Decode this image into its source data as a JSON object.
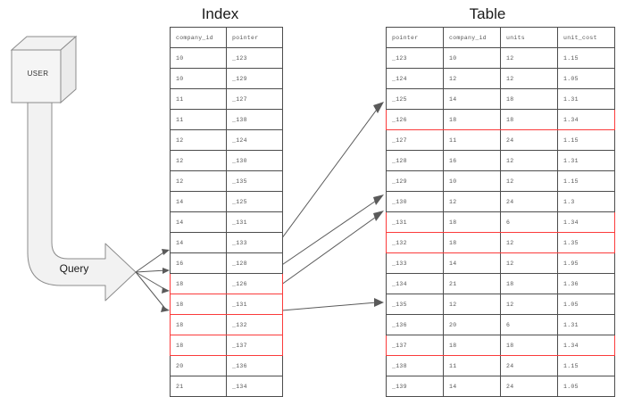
{
  "diagram": {
    "title_index": "Index",
    "title_table": "Table",
    "actor": {
      "label": "USER",
      "shape": "cube-3d"
    },
    "flow": {
      "label": "Query",
      "shape": "block-arrow-curved"
    },
    "colors": {
      "highlight": "#fb3b3b",
      "grid_line": "#4d4d4d",
      "text": "#555555",
      "shape_fill": "#f2f2f2",
      "shape_stroke": "#8c8c8c",
      "arrow": "#5a5a5a",
      "background": "#ffffff"
    }
  },
  "index_table": {
    "name": "Index",
    "columns": [
      "company_id",
      "pointer"
    ],
    "rows": [
      {
        "company_id": "10",
        "pointer": "_123",
        "highlighted": false
      },
      {
        "company_id": "10",
        "pointer": "_129",
        "highlighted": false
      },
      {
        "company_id": "11",
        "pointer": "_127",
        "highlighted": false
      },
      {
        "company_id": "11",
        "pointer": "_138",
        "highlighted": false
      },
      {
        "company_id": "12",
        "pointer": "_124",
        "highlighted": false
      },
      {
        "company_id": "12",
        "pointer": "_130",
        "highlighted": false
      },
      {
        "company_id": "12",
        "pointer": "_135",
        "highlighted": false
      },
      {
        "company_id": "14",
        "pointer": "_125",
        "highlighted": false
      },
      {
        "company_id": "14",
        "pointer": "_131",
        "highlighted": false
      },
      {
        "company_id": "14",
        "pointer": "_133",
        "highlighted": false
      },
      {
        "company_id": "16",
        "pointer": "_128",
        "highlighted": false
      },
      {
        "company_id": "18",
        "pointer": "_126",
        "highlighted": true
      },
      {
        "company_id": "18",
        "pointer": "_131",
        "highlighted": true
      },
      {
        "company_id": "18",
        "pointer": "_132",
        "highlighted": true
      },
      {
        "company_id": "18",
        "pointer": "_137",
        "highlighted": true
      },
      {
        "company_id": "20",
        "pointer": "_136",
        "highlighted": false
      },
      {
        "company_id": "21",
        "pointer": "_134",
        "highlighted": false
      }
    ]
  },
  "data_table": {
    "name": "Table",
    "columns": [
      "pointer",
      "company_id",
      "units",
      "unit_cost"
    ],
    "rows": [
      {
        "pointer": "_123",
        "company_id": "10",
        "units": "12",
        "unit_cost": "1.15",
        "highlighted": false
      },
      {
        "pointer": "_124",
        "company_id": "12",
        "units": "12",
        "unit_cost": "1.05",
        "highlighted": false
      },
      {
        "pointer": "_125",
        "company_id": "14",
        "units": "18",
        "unit_cost": "1.31",
        "highlighted": false
      },
      {
        "pointer": "_126",
        "company_id": "18",
        "units": "18",
        "unit_cost": "1.34",
        "highlighted": true
      },
      {
        "pointer": "_127",
        "company_id": "11",
        "units": "24",
        "unit_cost": "1.15",
        "highlighted": false
      },
      {
        "pointer": "_128",
        "company_id": "16",
        "units": "12",
        "unit_cost": "1.31",
        "highlighted": false
      },
      {
        "pointer": "_129",
        "company_id": "10",
        "units": "12",
        "unit_cost": "1.15",
        "highlighted": false
      },
      {
        "pointer": "_130",
        "company_id": "12",
        "units": "24",
        "unit_cost": "1.3",
        "highlighted": false
      },
      {
        "pointer": "_131",
        "company_id": "18",
        "units": "6",
        "unit_cost": "1.34",
        "highlighted": true
      },
      {
        "pointer": "_132",
        "company_id": "18",
        "units": "12",
        "unit_cost": "1.35",
        "highlighted": true
      },
      {
        "pointer": "_133",
        "company_id": "14",
        "units": "12",
        "unit_cost": "1.95",
        "highlighted": false
      },
      {
        "pointer": "_134",
        "company_id": "21",
        "units": "18",
        "unit_cost": "1.36",
        "highlighted": false
      },
      {
        "pointer": "_135",
        "company_id": "12",
        "units": "12",
        "unit_cost": "1.05",
        "highlighted": false
      },
      {
        "pointer": "_136",
        "company_id": "20",
        "units": "6",
        "unit_cost": "1.31",
        "highlighted": false
      },
      {
        "pointer": "_137",
        "company_id": "18",
        "units": "18",
        "unit_cost": "1.34",
        "highlighted": true
      },
      {
        "pointer": "_138",
        "company_id": "11",
        "units": "24",
        "unit_cost": "1.15",
        "highlighted": false
      },
      {
        "pointer": "_139",
        "company_id": "14",
        "units": "24",
        "unit_cost": "1.05",
        "highlighted": false
      }
    ]
  }
}
